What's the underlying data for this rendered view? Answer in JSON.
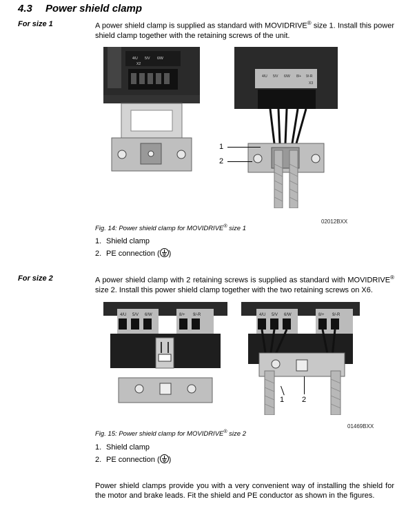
{
  "section": {
    "number": "4.3",
    "title": "Power shield clamp"
  },
  "size1": {
    "label": "For size 1",
    "text_before": "A power shield clamp is supplied as standard with MOVIDRIVE",
    "text_sup": "®",
    "text_after": " size 1. Install this power shield clamp together with the retaining screws of the unit.",
    "fig_code": "02012BXX",
    "caption_before": "Fig. 14: Power shield clamp for MOVIDRIVE",
    "caption_sup": "®",
    "caption_after": " size 1",
    "callouts": [
      "1",
      "2"
    ],
    "terminal_labels": [
      "4/U",
      "5/V",
      "6/W",
      "8/+",
      "9/-R"
    ],
    "connector_labels": [
      "X2",
      "X3"
    ],
    "items": [
      {
        "num": "1.",
        "text": "Shield clamp"
      },
      {
        "num": "2.",
        "text": "PE connection ("
      }
    ]
  },
  "size2": {
    "label": "For size 2",
    "text_before": "A power shield clamp with 2 retaining screws is supplied as standard with MOVIDRIVE",
    "text_sup": "®",
    "text_after": " size 2. Install this power shield clamp together with the two retaining screws on X6.",
    "fig_code": "01469BXX",
    "caption_before": "Fig. 15: Power shield clamp for MOVIDRIVE",
    "caption_sup": "®",
    "caption_after": " size 2",
    "callouts": [
      "1",
      "2"
    ],
    "terminal_labels": [
      "4/U",
      "5/V",
      "6/W",
      "8/+",
      "9/-R"
    ],
    "items": [
      {
        "num": "1.",
        "text": "Shield clamp"
      },
      {
        "num": "2.",
        "text": "PE connection ("
      }
    ]
  },
  "closing": "Power shield clamps provide you with a very convenient way of installing the shield for the motor and brake leads. Fit the shield and PE conductor as shown in the figures.",
  "icons": {
    "pe": "ground-symbol-icon"
  },
  "colors": {
    "text": "#000000",
    "dark_metal": "#2b2b2b",
    "clamp": "#c8c8c8"
  }
}
